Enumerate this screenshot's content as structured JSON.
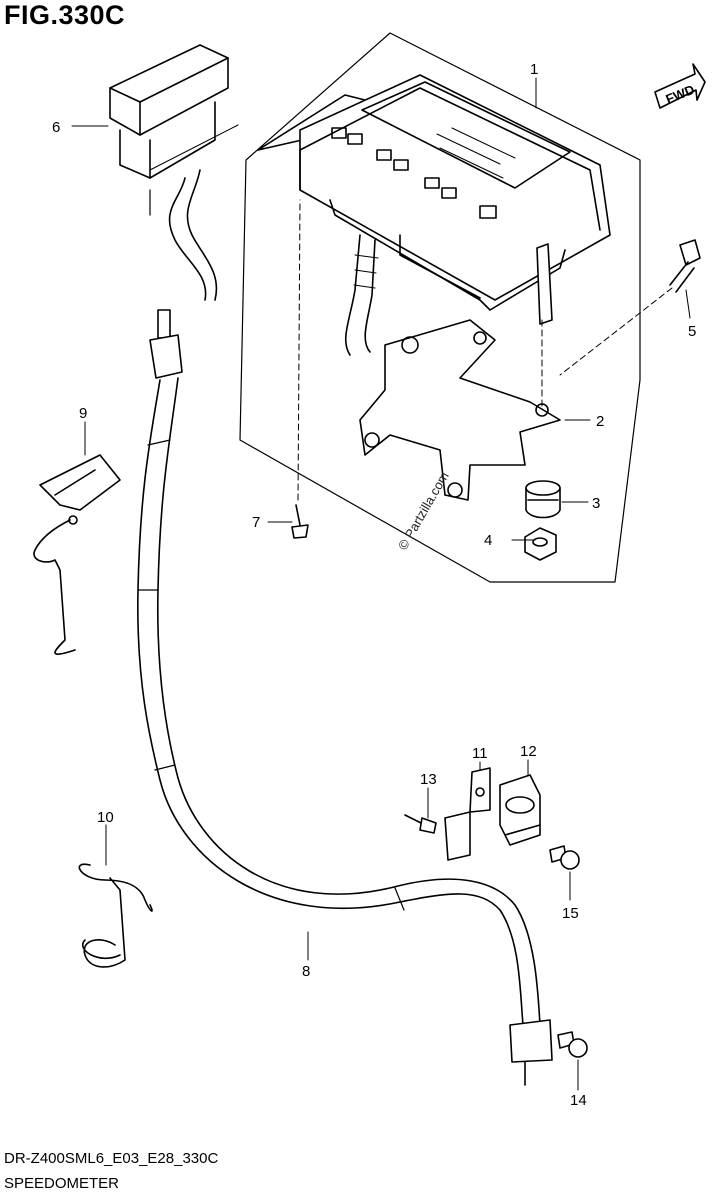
{
  "header": {
    "figure_title": "FIG.330C"
  },
  "footer": {
    "code": "DR-Z400SML6_E03_E28_330C",
    "name": "SPEEDOMETER"
  },
  "watermark": "© Partzilla.com",
  "fwd_label": "FWD",
  "callouts": [
    "1",
    "2",
    "3",
    "4",
    "5",
    "6",
    "7",
    "8",
    "9",
    "10",
    "11",
    "12",
    "13",
    "14",
    "15"
  ]
}
